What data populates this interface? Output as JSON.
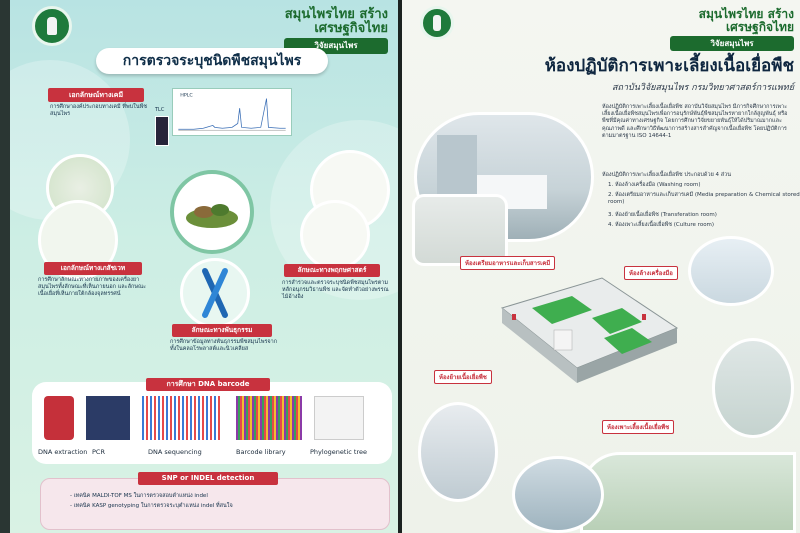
{
  "left_poster": {
    "brand": "สมุนไพรไทย สร้าง เศรษฐกิจไทย",
    "brand_sub": "วิจัยสมุนไพร",
    "title": "การตรวจระบุชนิดพืชสมุนไพร",
    "chem": {
      "label": "เอกลักษณ์ทางเคมี",
      "text": "การศึกษาองค์ประกอบทางเคมี ที่พบในพืชสมุนไพร",
      "tlc": "TLC",
      "hplc": "HPLC"
    },
    "anatomy": {
      "label": "เอกลักษณ์ทางเภสัชเวท",
      "text": "การศึกษาลักษณะทางกายภาพของเครื่องยาสมุนไพรทั้งลักษณะที่เห็นภายนอก และลักษณะเนื้อเยื่อที่เห็นภายใต้กล้องจุลทรรศน์"
    },
    "morphology": {
      "label": "ลักษณะทางพฤกษศาสตร์",
      "text": "การสำรวจและตรวจระบุชนิดพืชสมุนไพรตามหลักอนุกรมวิธานพืช และจัดทำตัวอย่างพรรณไม้อ้างอิง"
    },
    "genetics": {
      "label": "ลักษณะทางพันธุกรรม",
      "text": "การศึกษาข้อมูลทางพันธุกรรมพืชสมุนไพรจากทั้งในคลอโรพลาสต์และนิวเคลียส"
    },
    "dna_barcode": {
      "label": "การศึกษา DNA barcode",
      "steps": [
        "DNA extraction",
        "PCR",
        "DNA sequencing",
        "Barcode library",
        "Phylogenetic tree"
      ]
    },
    "snp": {
      "label": "SNP or INDEL detection",
      "lines": [
        "- เทคนิค MALDI-TOF MS ในการตรวจสอบตำแหน่ง indel",
        "- เทคนิค KASP genotyping ในการตรวจระบุตำแหน่ง indel ที่สนใจ"
      ]
    }
  },
  "right_poster": {
    "brand": "สมุนไพรไทย สร้าง เศรษฐกิจไทย",
    "brand_sub": "วิจัยสมุนไพร",
    "title": "ห้องปฏิบัติการเพาะเลี้ยงเนื้อเยื่อพืช",
    "subtitle": "สถาบันวิจัยสมุนไพร กรมวิทยาศาสตร์การแพทย์",
    "intro": "ห้องปฏิบัติการเพาะเลี้ยงเนื้อเยื่อพืช สถาบันวิจัยสมุนไพร มีภารกิจศึกษาการเพาะเลี้ยงเนื้อเยื่อพืชสมุนไพรเพื่อการอนุรักษ์พันธุ์พืชสมุนไพรหายากใกล้สูญพันธุ์ หรือพืชที่มีคุณค่าทางเศรษฐกิจ โดยการศึกษาวิจัยขยายพันธุ์ให้ได้ปริมาณมากและคุณภาพดี และศึกษาวิธีพัฒนาการสร้างสารสำคัญจากเนื้อเยื่อพืช โดยปฏิบัติการตามมาตรฐาน ISO 14644-1",
    "rooms_title": "ห้องปฏิบัติการเพาะเลี้ยงเนื้อเยื่อพืช ประกอบด้วย 4 ส่วน",
    "rooms": [
      "1. ห้องล้างเครื่องมือ (Washing room)",
      "2. ห้องเตรียมอาหารและเก็บสารเคมี (Media preparation & Chemical stored room)",
      "3. ห้องย้ายเนื้อเยื่อพืช (Transferation room)",
      "4. ห้องเพาะเลี้ยงเนื้อเยื่อพืช (Culture room)"
    ],
    "tags": {
      "media": "ห้องเตรียมอาหารและเก็บสารเคมี",
      "wash": "ห้องล้างเครื่องมือ",
      "transfer": "ห้องย้ายเนื้อเยื่อพืช",
      "culture": "ห้องเพาะเลี้ยงเนื้อเยื่อพืช"
    }
  },
  "colors": {
    "accent_red": "#c8323e",
    "brand_green": "#1c6b2e",
    "title_navy": "#0f2e48"
  }
}
